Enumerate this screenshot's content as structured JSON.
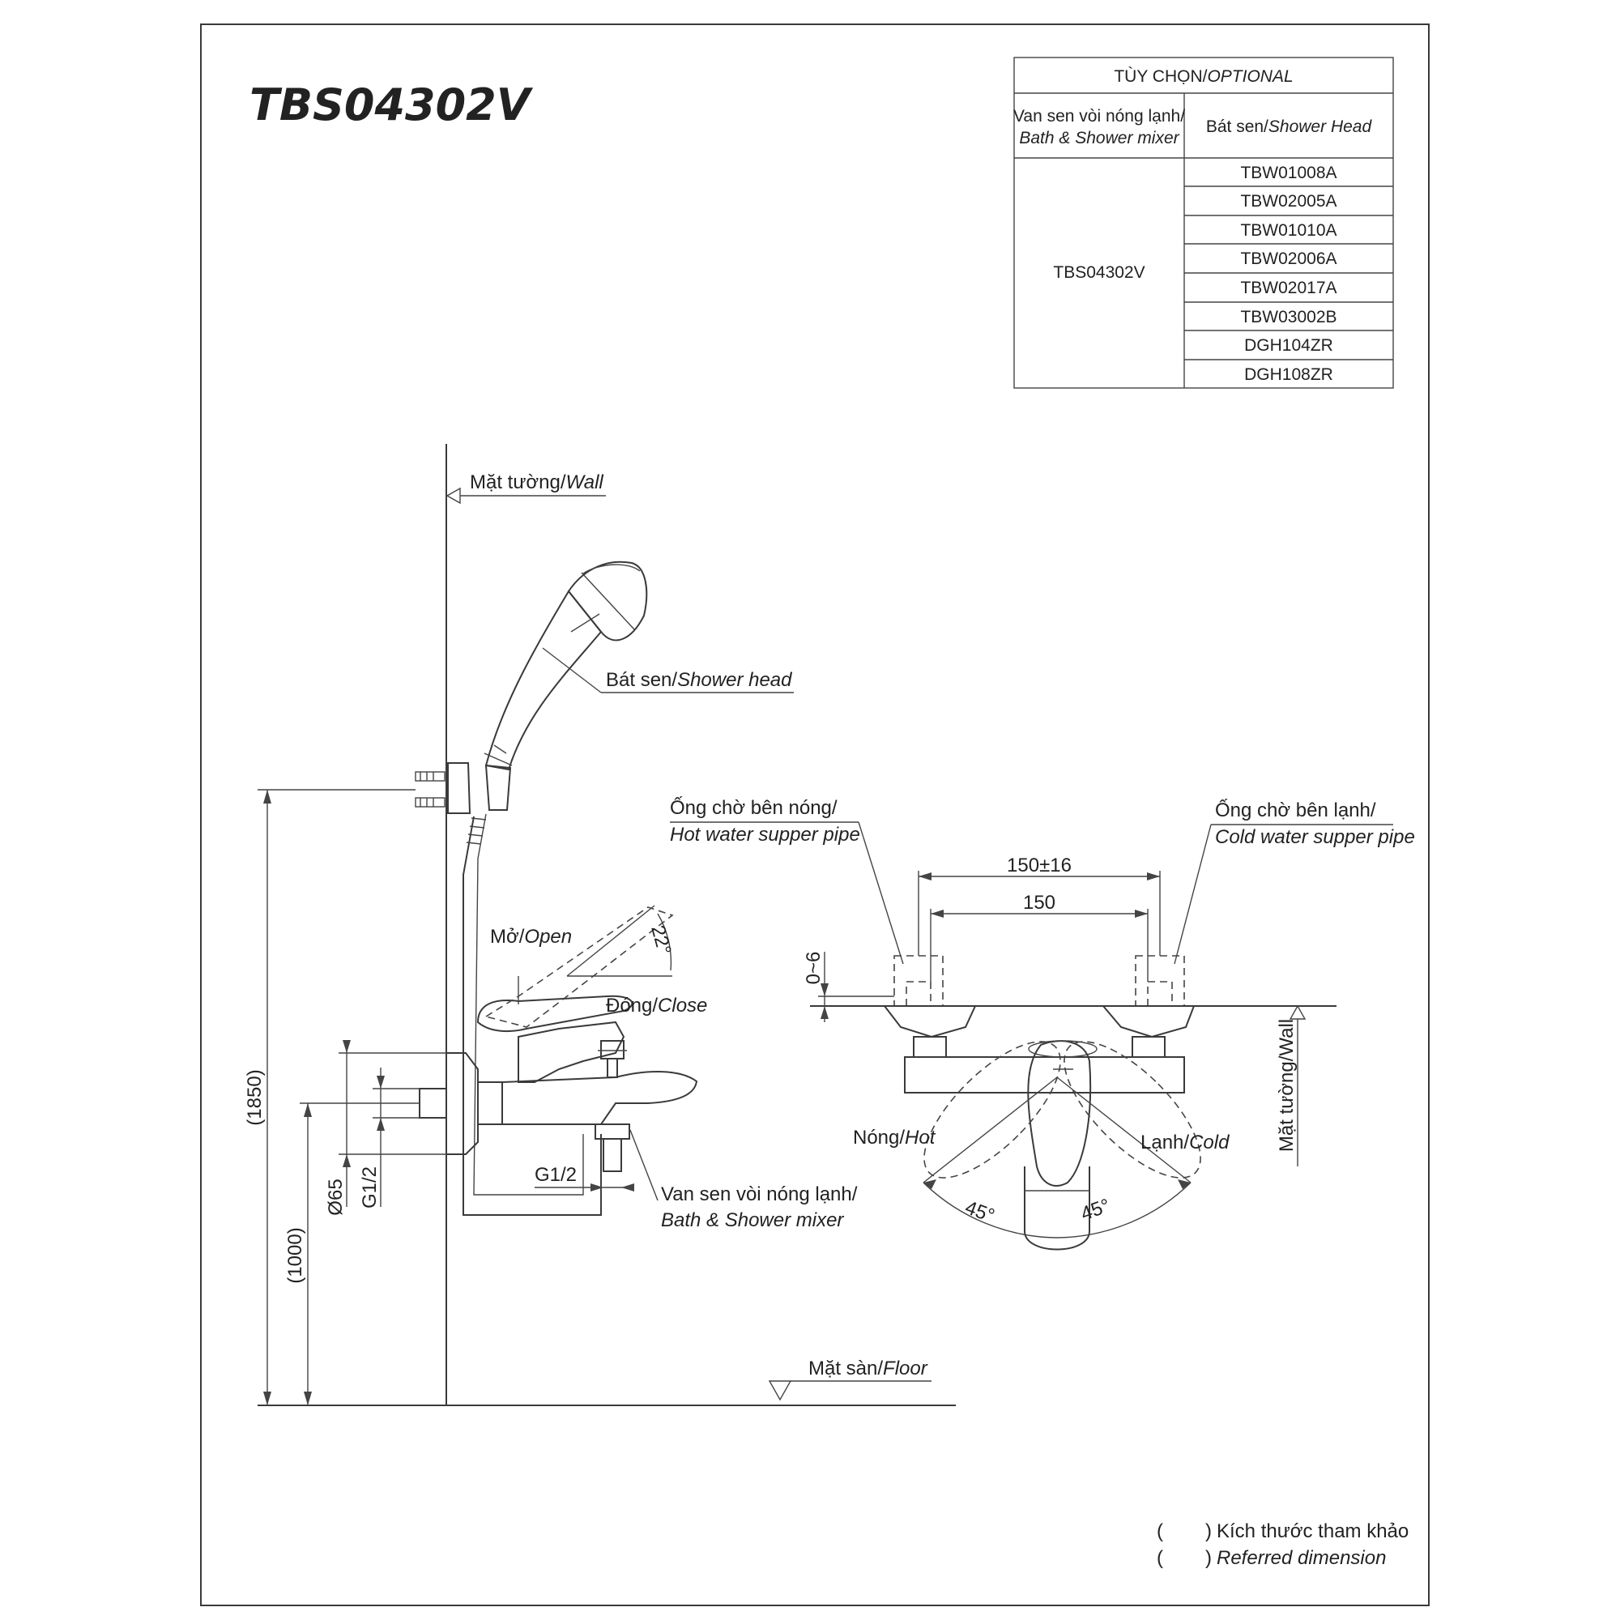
{
  "title": "TBS04302V",
  "optional_table": {
    "header_vi": "TÙY CHỌN/",
    "header_en": "OPTIONAL",
    "col1_vi": "Van sen vòi nóng lạnh/",
    "col1_en": "Bath & Shower mixer",
    "col2_vi": "Bát sen/",
    "col2_en": "Shower Head",
    "mixer_model": "TBS04302V",
    "shower_heads": [
      "TBW01008A",
      "TBW02005A",
      "TBW01010A",
      "TBW02006A",
      "TBW02017A",
      "TBW03002B",
      "DGH104ZR",
      "DGH108ZR"
    ]
  },
  "labels": {
    "wall_vi": "Mặt tường/",
    "wall_en": "Wall",
    "shower_head_vi": "Bát sen/",
    "shower_head_en": "Shower head",
    "open_vi": "Mở/",
    "open_en": "Open",
    "close_vi": "Đóng/",
    "close_en": "Close",
    "angle_22": "22°",
    "mixer_vi": "Van sen vòi nóng lạnh/",
    "mixer_en": "Bath & Shower mixer",
    "floor_vi": "Mặt sàn/",
    "floor_en": "Floor",
    "hot_pipe_vi": "Ống chờ bên nóng/",
    "hot_pipe_en": "Hot water supper pipe",
    "cold_pipe_vi": "Ống chờ bên lạnh/",
    "cold_pipe_en": "Cold water supper pipe",
    "hot_vi": "Nóng/",
    "hot_en": "Hot",
    "cold_vi": "Lạnh/",
    "cold_en": "Cold",
    "wall_rot": "Mặt tường/Wall",
    "angle_45_left": "45°",
    "angle_45_right": "45°"
  },
  "dimensions": {
    "h1850": "(1850)",
    "h1000": "(1000)",
    "d65": "Ø65",
    "g12_side": "G1/2",
    "g12_bottom": "G1/2",
    "w150_16": "150±16",
    "w150": "150",
    "d0_6": "0~6"
  },
  "footnote": {
    "paren": "(",
    "paren_close": ")",
    "line1": "Kích thước tham khảo",
    "line2": "Referred dimension"
  }
}
